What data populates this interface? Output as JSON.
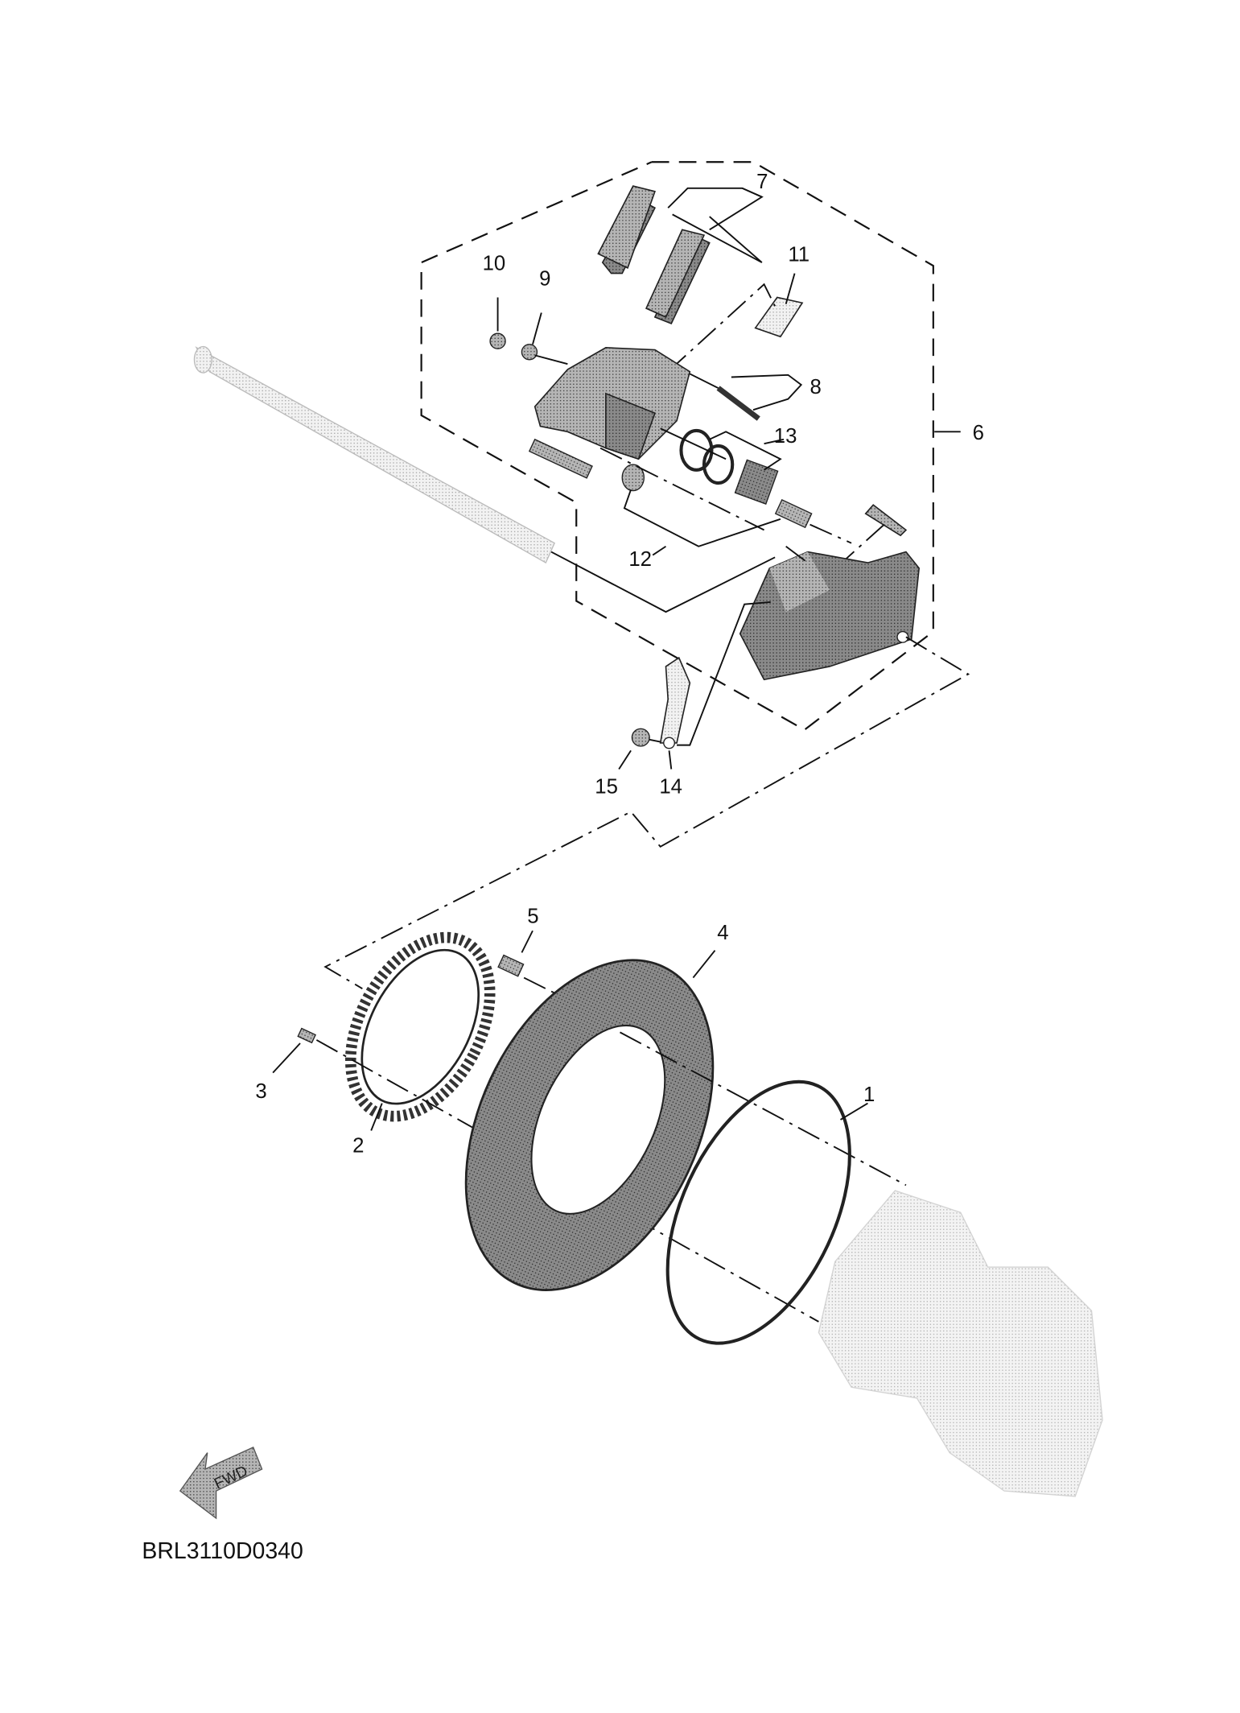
{
  "diagram": {
    "code": "BRL3110D0340",
    "fwd_label": "FWD",
    "callouts": [
      "1",
      "2",
      "3",
      "4",
      "5",
      "6",
      "7",
      "8",
      "9",
      "10",
      "11",
      "12",
      "13",
      "14",
      "15"
    ]
  },
  "colors": {
    "line": "#111111",
    "part_dark": "#6e6e6e",
    "part_light": "#d9d9d9"
  }
}
